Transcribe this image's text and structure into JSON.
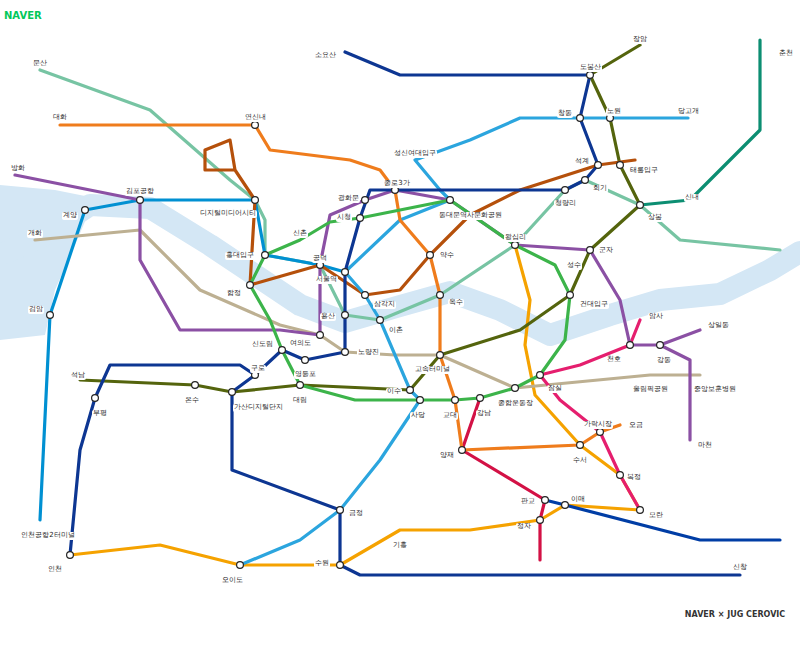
{
  "diagram": {
    "labels": [
      "NAVER",
      "NAVER × JUG CEROVIC",
      "소요산",
      "도봉산",
      "장암",
      "창동",
      "노원",
      "당고개",
      "석계",
      "회기",
      "청량리",
      "태릉입구",
      "상봉",
      "신내",
      "성신여대입구",
      "종로3가",
      "동대문역사문화공원",
      "시청",
      "서울역",
      "공덕",
      "합정",
      "홍대입구",
      "디지털미디어시티",
      "연신내",
      "대화",
      "김포공항",
      "계양",
      "검암",
      "부평",
      "인천",
      "신도림",
      "영등포",
      "여의도",
      "노량진",
      "용산",
      "삼각지",
      "이촌",
      "고속터미널",
      "교대",
      "강남",
      "양재",
      "사당",
      "이수",
      "대림",
      "구로",
      "가산디지털단지",
      "온수",
      "금정",
      "수원",
      "신창",
      "오이도",
      "천호",
      "강동",
      "잠실",
      "종합운동장",
      "성수",
      "건대입구",
      "왕십리",
      "군자",
      "올림픽공원",
      "중앙보훈병원",
      "오금",
      "가락시장",
      "수서",
      "복정",
      "모란",
      "판교",
      "정자",
      "이매",
      "기흥",
      "인천공항2터미널",
      "마천",
      "상일동",
      "암사",
      "방화",
      "개화",
      "석남",
      "광화문",
      "약수",
      "옥수",
      "신촌",
      "춘천",
      "문산"
    ]
  }
}
